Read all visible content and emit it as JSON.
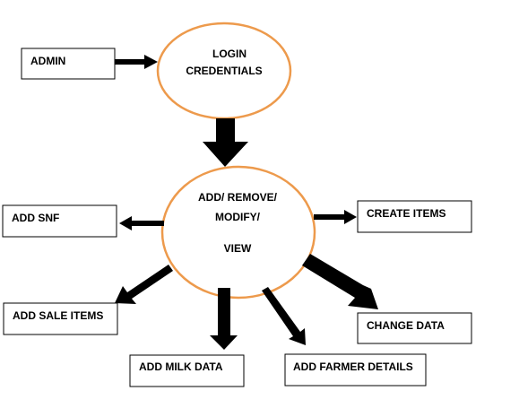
{
  "diagram": {
    "admin_box": {
      "label": "ADMIN"
    },
    "login_ellipse": {
      "line1": "LOGIN",
      "line2": "CREDENTIALS"
    },
    "center_ellipse": {
      "line1": "ADD/ REMOVE/",
      "line2": "MODIFY/",
      "line3": "VIEW"
    },
    "add_snf_box": {
      "label": "ADD SNF"
    },
    "create_items_box": {
      "label": "CREATE ITEMS"
    },
    "add_sale_items_box": {
      "label": "ADD SALE ITEMS"
    },
    "change_data_box": {
      "label": "CHANGE DATA"
    },
    "add_milk_data_box": {
      "label": "ADD MILK DATA"
    },
    "add_farmer_details_box": {
      "label": "ADD FARMER DETAILS"
    }
  },
  "colors": {
    "ellipse_stroke": "#ed9a4c",
    "arrow_fill": "#000000",
    "box_stroke": "#000000"
  }
}
